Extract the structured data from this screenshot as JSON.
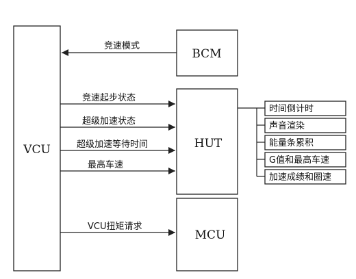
{
  "blocks": {
    "vcu": "VCU",
    "bcm": "BCM",
    "hut": "HUT",
    "mcu": "MCU"
  },
  "signals": {
    "bcm_to_vcu": "竞速模式",
    "vcu_to_hut": [
      "竞速起步状态",
      "超级加速状态",
      "超级加速等待时间",
      "最高车速"
    ],
    "vcu_to_mcu": "VCU扭矩请求"
  },
  "hut_outputs": [
    "时间倒计时",
    "声音渲染",
    "能量条累积",
    "G值和最高车速",
    "加速成绩和圈速"
  ]
}
